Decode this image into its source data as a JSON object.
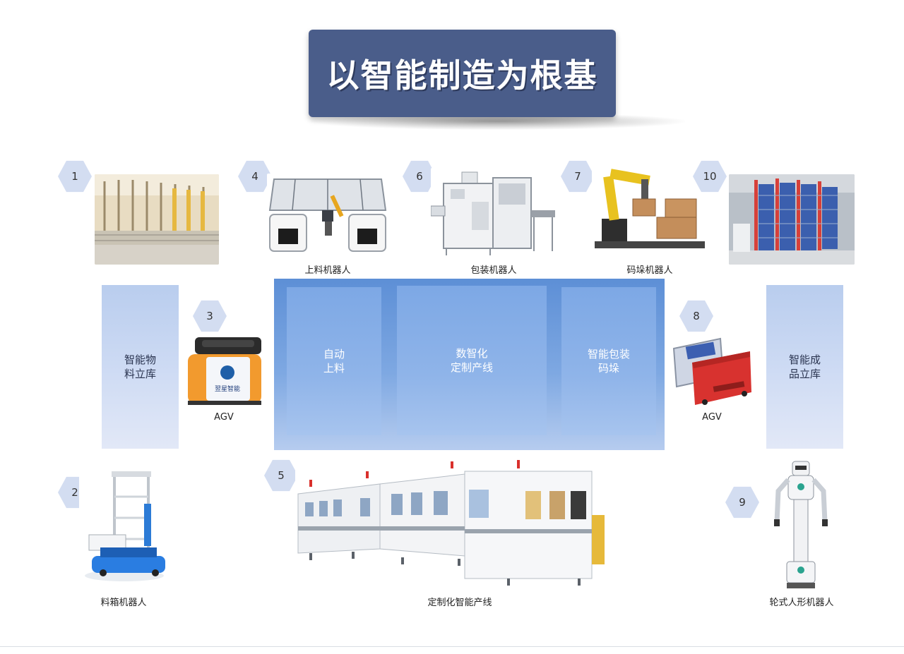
{
  "title": "以智能制造为根基",
  "badges": [
    "1",
    "2",
    "3",
    "4",
    "5",
    "6",
    "7",
    "8",
    "9",
    "10"
  ],
  "captions": {
    "loading_robot": "上料机器人",
    "packing_robot": "包装机器人",
    "palletizing_robot": "码垛机器人",
    "agv_left": "AGV",
    "agv_right": "AGV",
    "bin_robot": "料箱机器人",
    "custom_line": "定制化智能产线",
    "humanoid_robot": "轮式人形机器人"
  },
  "panels": {
    "material_warehouse": [
      "智能物",
      "料立库"
    ],
    "product_warehouse": [
      "智能成",
      "品立库"
    ]
  },
  "band": {
    "auto_loading": [
      "自动",
      "上料"
    ],
    "digital_line": [
      "数智化",
      "定制产线"
    ],
    "pack_stack": [
      "智能包装",
      "码垛"
    ]
  },
  "agv_brand": "翌星智能",
  "colors": {
    "title_bg": "#4a5d8a",
    "hex_fill": "#d3ddf1",
    "band": "#6f9bdc",
    "panel": "#c4d4f1"
  }
}
